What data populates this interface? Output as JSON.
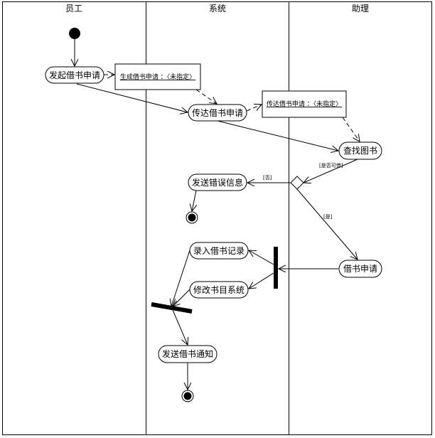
{
  "lanes": [
    "员工",
    "系统",
    "助理"
  ],
  "activities": {
    "initiate": "发起借书申请",
    "relay": "传达借书申请",
    "search": "查找图书",
    "error": "发送错误信息",
    "borrow": "借书申请",
    "record": "录入借书记录",
    "modify": "修改书目系统",
    "notify": "发送借书通知"
  },
  "objects": {
    "generate": "生成借书申请 ：〈未指定〉",
    "relay": "传达借书申请 ：〈未指定〉"
  },
  "guards": {
    "available": "[是否可借]",
    "no": "[否]",
    "yes": "[是]"
  },
  "colors": {
    "line": "#000000",
    "background": "#ffffff"
  }
}
